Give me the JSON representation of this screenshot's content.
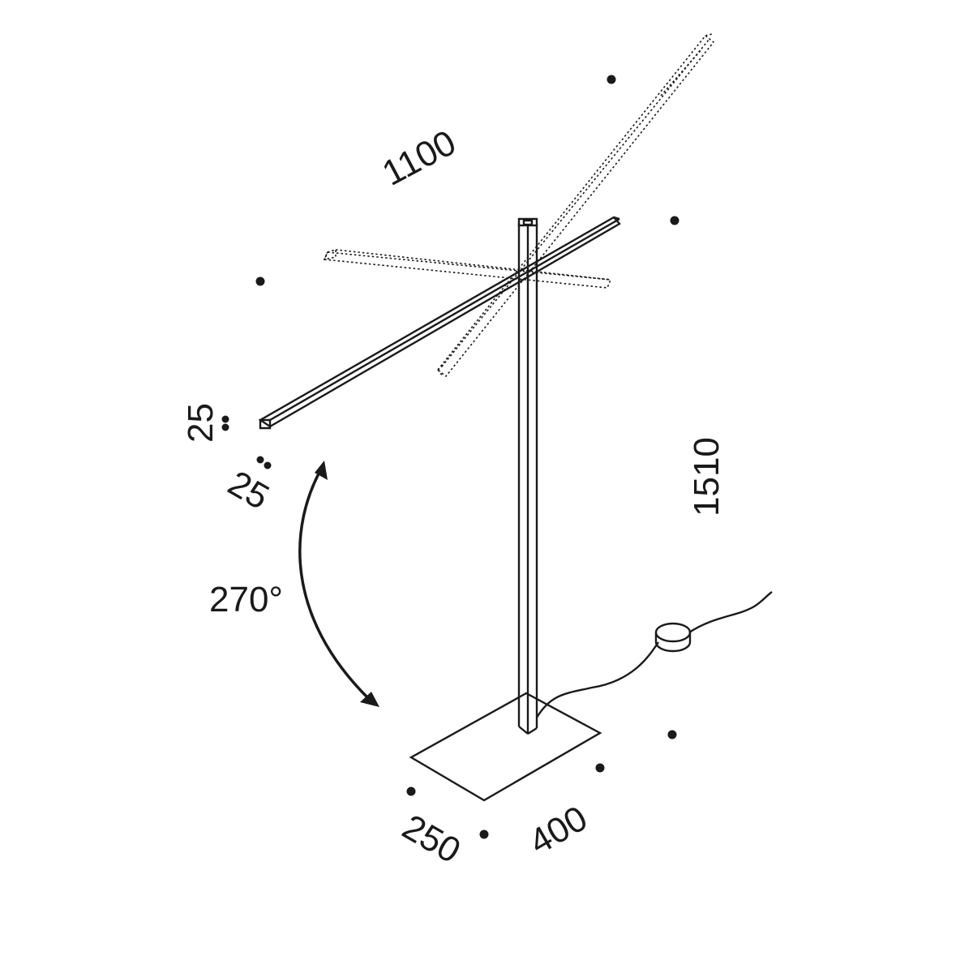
{
  "diagram": {
    "dimensions": {
      "arm_length": "1100",
      "height": "1510",
      "arm_section_height": "25",
      "arm_section_width": "25",
      "rotation": "270°",
      "base_width": "250",
      "base_depth": "400"
    },
    "colors": {
      "line": "#1a1a1a",
      "background": "#ffffff"
    }
  }
}
